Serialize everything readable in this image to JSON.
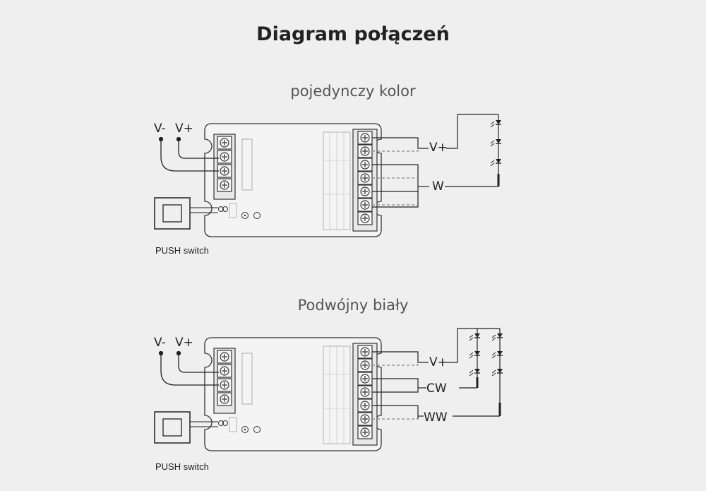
{
  "title": "Diagram połączeń",
  "sections": [
    {
      "subtitle": "pojedynczy kolor",
      "input_labels": [
        "V-",
        "V+"
      ],
      "output_labels": [
        "V+",
        "W"
      ],
      "switch_label": "PUSH switch"
    },
    {
      "subtitle": "Podwójny biały",
      "input_labels": [
        "V-",
        "V+"
      ],
      "output_labels": [
        "V+",
        "CW",
        "WW"
      ],
      "switch_label": "PUSH switch"
    }
  ],
  "colors": {
    "background": "#efefef",
    "line": "#222222",
    "dashed": "#888888"
  }
}
